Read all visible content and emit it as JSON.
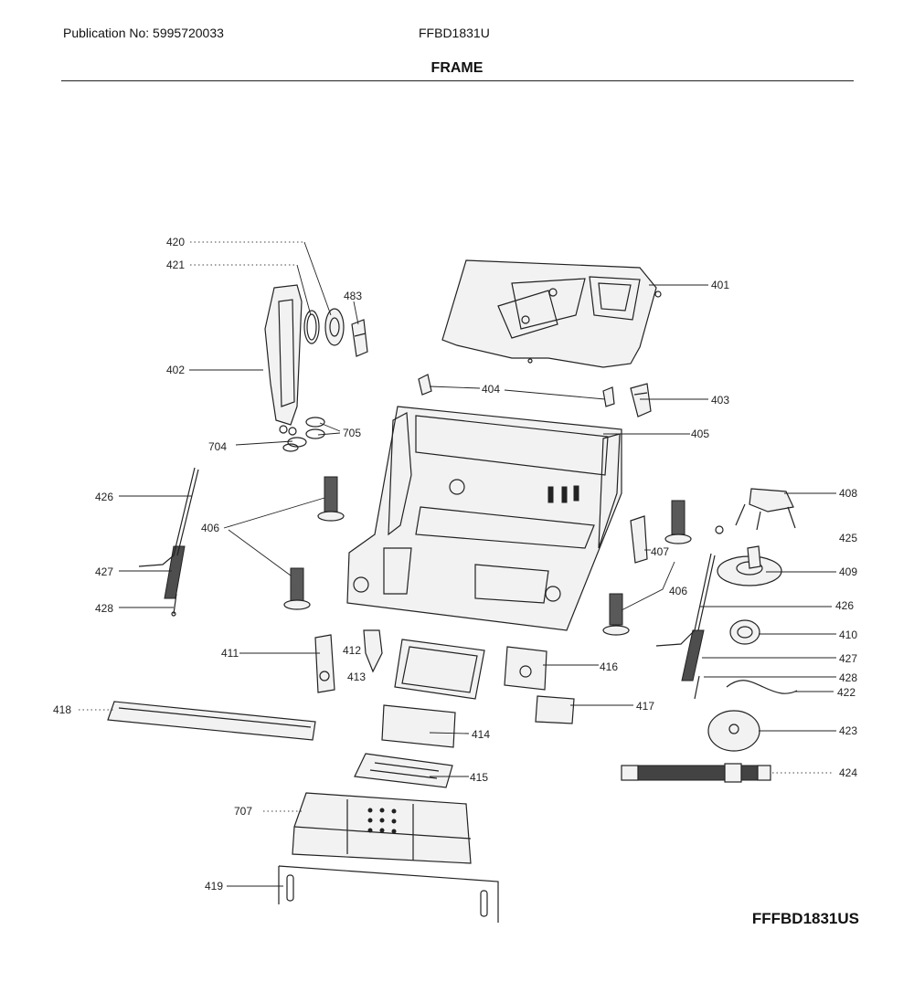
{
  "header": {
    "publication": "Publication No: 5995720033",
    "model": "FFBD1831U",
    "title": "FRAME"
  },
  "footer": {
    "code": "FFFBD1831US"
  },
  "callouts": {
    "c401": "401",
    "c402": "402",
    "c403": "403",
    "c404": "404",
    "c405": "405",
    "c406a": "406",
    "c406b": "406",
    "c407": "407",
    "c408": "408",
    "c409": "409",
    "c410": "410",
    "c411": "411",
    "c412": "412",
    "c413": "413",
    "c414": "414",
    "c415": "415",
    "c416": "416",
    "c417": "417",
    "c418": "418",
    "c419": "419",
    "c420": "420",
    "c421": "421",
    "c422": "422",
    "c423": "423",
    "c424": "424",
    "c425": "425",
    "c426a": "426",
    "c426b": "426",
    "c427a": "427",
    "c427b": "427",
    "c428a": "428",
    "c428b": "428",
    "c483": "483",
    "c704": "704",
    "c705": "705",
    "c707": "707"
  }
}
